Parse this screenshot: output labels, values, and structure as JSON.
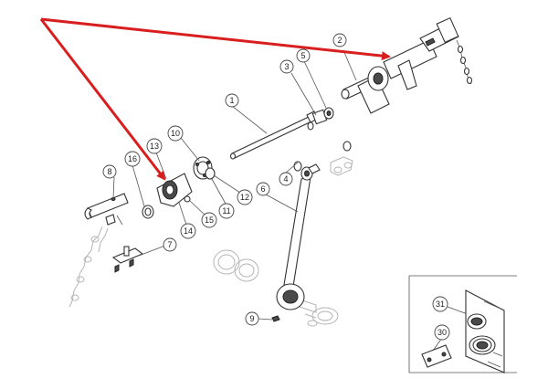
{
  "callouts": {
    "c1": "1",
    "c2": "2",
    "c3": "3",
    "c4": "4",
    "c5": "5",
    "c6": "6",
    "c7": "7",
    "c8": "8",
    "c9": "9",
    "c10": "10",
    "c11": "11",
    "c12": "12",
    "c13": "13",
    "c14": "14",
    "c15": "15",
    "c16": "16",
    "c30": "30",
    "c31": "31"
  },
  "colors": {
    "arrow": "#d81e1e",
    "line": "#333333",
    "ghost": "#b5b5b5"
  }
}
